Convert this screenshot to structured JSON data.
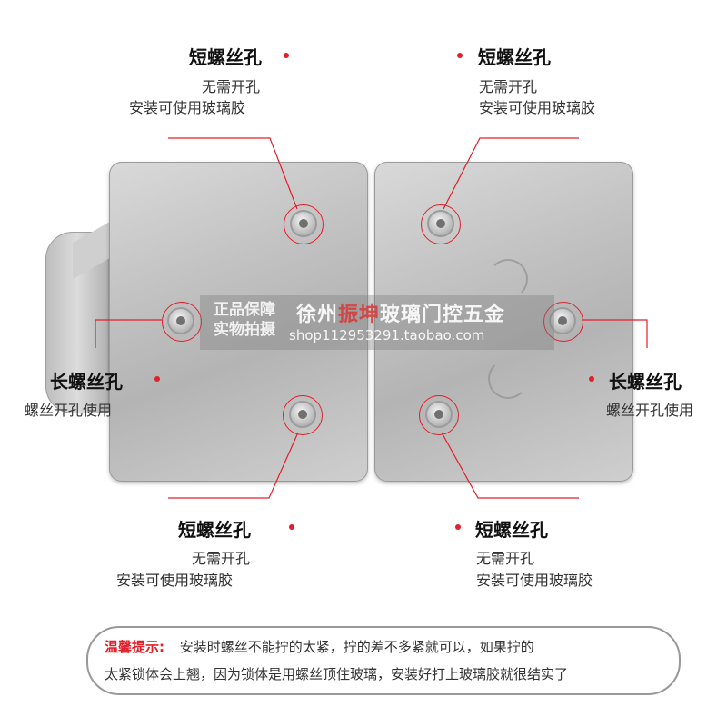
{
  "callouts": {
    "top_left": {
      "title": "短螺丝孔",
      "line1": "无需开孔",
      "line2": "安装可使用玻璃胶"
    },
    "top_right": {
      "title": "短螺丝孔",
      "line1": "无需开孔",
      "line2": "安装可使用玻璃胶"
    },
    "mid_left": {
      "title": "长螺丝孔",
      "line1": "螺丝开孔使用"
    },
    "mid_right": {
      "title": "长螺丝孔",
      "line1": "螺丝开孔使用"
    },
    "bottom_left": {
      "title": "短螺丝孔",
      "line1": "无需开孔",
      "line2": "安装可使用玻璃胶"
    },
    "bottom_right": {
      "title": "短螺丝孔",
      "line1": "无需开孔",
      "line2": "安装可使用玻璃胶"
    }
  },
  "watermark": {
    "badge_line1": "正品保障",
    "badge_line2": "实物拍摄",
    "shop_name_a": "徐州",
    "shop_name_b": "振坤",
    "shop_name_c": "玻璃门控五金",
    "shop_url": "shop112953291.taobao.com"
  },
  "notice": {
    "label": "温馨提示:",
    "line1": "安装时螺丝不能拧的太紧，拧的差不多紧就可以，如果拧的",
    "line2": "太紧锁体会上翘，因为锁体是用螺丝顶住玻璃，安装好打上玻璃胶就很结实了"
  },
  "colors": {
    "accent_red": "#e0202a",
    "plate_gray": "#c2c2c2"
  }
}
